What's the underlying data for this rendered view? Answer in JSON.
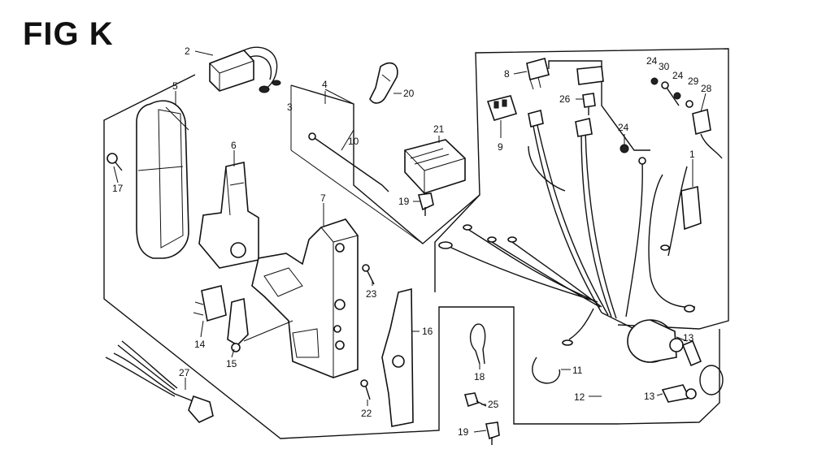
{
  "figure": {
    "title": "FIG K"
  },
  "callouts": [
    {
      "id": "c2",
      "text": "2"
    },
    {
      "id": "c4",
      "text": "4"
    },
    {
      "id": "c3",
      "text": "3"
    },
    {
      "id": "c5",
      "text": "5"
    },
    {
      "id": "c20",
      "text": "20"
    },
    {
      "id": "c10",
      "text": "10"
    },
    {
      "id": "c21",
      "text": "21"
    },
    {
      "id": "c6",
      "text": "6"
    },
    {
      "id": "c17",
      "text": "17"
    },
    {
      "id": "c19a",
      "text": "19"
    },
    {
      "id": "c7",
      "text": "7"
    },
    {
      "id": "c23",
      "text": "23"
    },
    {
      "id": "c14",
      "text": "14"
    },
    {
      "id": "c15",
      "text": "15"
    },
    {
      "id": "c16",
      "text": "16"
    },
    {
      "id": "c27",
      "text": "27"
    },
    {
      "id": "c22",
      "text": "22"
    },
    {
      "id": "c18",
      "text": "18"
    },
    {
      "id": "c25",
      "text": "25"
    },
    {
      "id": "c19b",
      "text": "19"
    },
    {
      "id": "c8",
      "text": "8"
    },
    {
      "id": "c26",
      "text": "26"
    },
    {
      "id": "c9",
      "text": "9"
    },
    {
      "id": "c24a",
      "text": "24"
    },
    {
      "id": "c30",
      "text": "30"
    },
    {
      "id": "c24b",
      "text": "24"
    },
    {
      "id": "c29",
      "text": "29"
    },
    {
      "id": "c28",
      "text": "28"
    },
    {
      "id": "c24c",
      "text": "24"
    },
    {
      "id": "c1",
      "text": "1"
    },
    {
      "id": "c11",
      "text": "11"
    },
    {
      "id": "c12",
      "text": "12"
    },
    {
      "id": "c13a",
      "text": "13"
    },
    {
      "id": "c13b",
      "text": "13"
    }
  ]
}
